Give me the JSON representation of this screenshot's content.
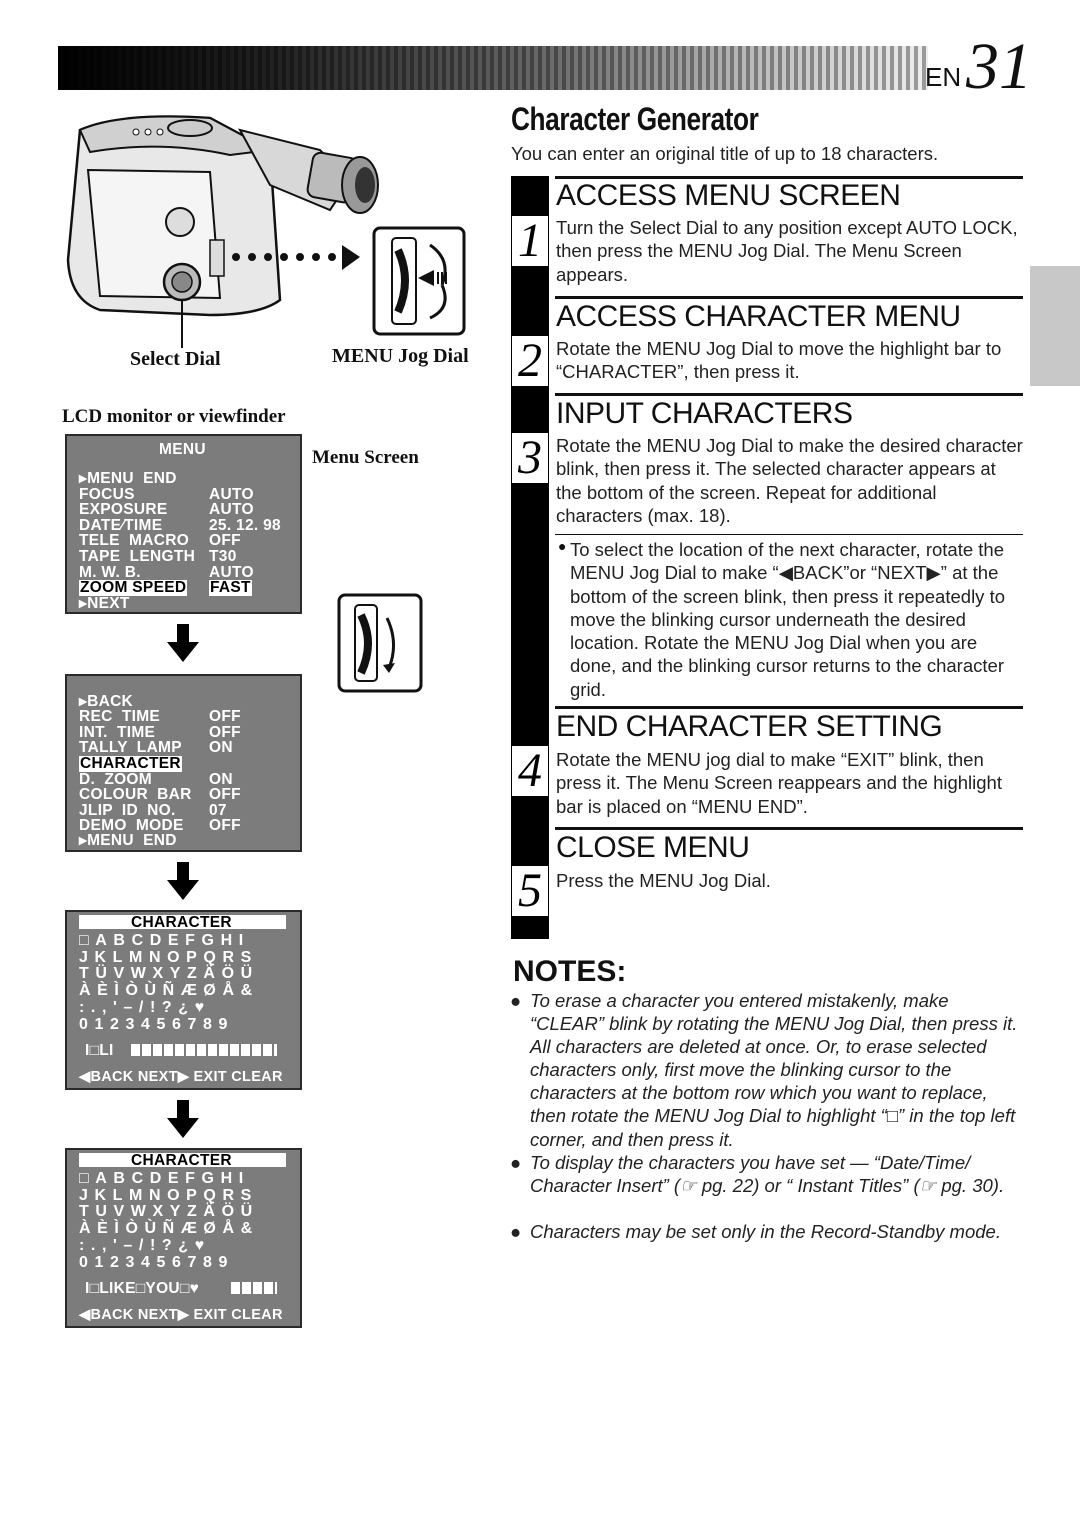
{
  "header": {
    "lang": "EN",
    "page_number": "31"
  },
  "illustration": {
    "select_dial_label": "Select Dial",
    "jog_dial_label": "MENU Jog Dial",
    "lcd_label": "LCD monitor or viewfinder",
    "menu_screen_label": "Menu Screen"
  },
  "screen1": {
    "title": "MENU",
    "rows": [
      {
        "label": "▸MENU  END",
        "value": ""
      },
      {
        "label": "FOCUS",
        "value": "AUTO"
      },
      {
        "label": "EXPOSURE",
        "value": "AUTO"
      },
      {
        "label": "DATE∕TIME",
        "value": "25. 12. 98"
      },
      {
        "label": "TELE  MACRO",
        "value": "OFF"
      },
      {
        "label": "TAPE  LENGTH",
        "value": "T30"
      },
      {
        "label": "M. W. B.",
        "value": "AUTO"
      },
      {
        "label": "ZOOM SPEED",
        "value": "FAST"
      },
      {
        "label": "▸NEXT",
        "value": ""
      }
    ]
  },
  "screen2": {
    "rows": [
      {
        "label": "▸BACK",
        "value": ""
      },
      {
        "label": "REC  TIME",
        "value": "OFF"
      },
      {
        "label": "INT.  TIME",
        "value": "OFF"
      },
      {
        "label": "TALLY  LAMP",
        "value": "ON"
      },
      {
        "label": "CHARACTER",
        "value": ""
      },
      {
        "label": "D.  ZOOM",
        "value": "ON"
      },
      {
        "label": "COLOUR  BAR",
        "value": "OFF"
      },
      {
        "label": "JLIP  ID  NO.",
        "value": "07"
      },
      {
        "label": "DEMO  MODE",
        "value": "OFF"
      },
      {
        "label": "▸MENU  END",
        "value": ""
      }
    ]
  },
  "screen3": {
    "title": "CHARACTER",
    "grid": [
      "□ABCDEFGHI",
      "JKLMNOPQRS",
      "TÜVWXYZÄÖÜ",
      "ÀÈÌÒÙÑÆØÅ&",
      ":.,'–/!?¿♥",
      "0123456789"
    ],
    "entry": "I□LI",
    "footer": "◀BACK NEXT▶ EXIT CLEAR"
  },
  "screen4": {
    "title": "CHARACTER",
    "grid": [
      "□ABCDEFGHI",
      "JKLMNOPQRS",
      "TUVWXYZÄÖÜ",
      "ÀÈÌÒÙÑÆØÅ&",
      ":.,'–/!?¿♥",
      "0123456789"
    ],
    "entry": "I□LIKE□YOU□♥",
    "footer": "◀BACK NEXT▶ EXIT CLEAR"
  },
  "main": {
    "title": "Character Generator",
    "subtitle": "You can enter an original title of up to 18 characters.",
    "steps": [
      {
        "num": "1",
        "heading": "ACCESS MENU SCREEN",
        "text": "Turn the Select Dial to any position except AUTO LOCK, then press the MENU Jog Dial. The Menu Screen appears."
      },
      {
        "num": "2",
        "heading": "ACCESS CHARACTER MENU",
        "text": "Rotate the MENU Jog Dial to move the highlight bar to “CHARACTER”, then press it."
      },
      {
        "num": "3",
        "heading": "INPUT CHARACTERS",
        "text": "Rotate the MENU Jog Dial to make the desired character blink, then press it. The selected character appears at the bottom of the screen. Repeat for additional characters (max. 18).",
        "bullet": "To select the location of the next character, rotate the MENU Jog Dial to make “◀BACK”or “NEXT▶” at the bottom of the screen blink, then press it repeatedly to move the blinking cursor underneath the desired location. Rotate the MENU Jog Dial when you are done, and the blinking cursor returns to the character grid."
      },
      {
        "num": "4",
        "heading": "END CHARACTER SETTING",
        "text": "Rotate the MENU jog dial to make “EXIT” blink, then press it. The Menu Screen reappears and the highlight bar is placed on “MENU END”."
      },
      {
        "num": "5",
        "heading": "CLOSE MENU",
        "text": "Press the MENU Jog Dial."
      }
    ]
  },
  "notes": {
    "title": "NOTES:",
    "items": [
      "To erase a character you entered mistakenly, make “CLEAR” blink by rotating the MENU Jog Dial, then press it. All characters are deleted at once. Or, to erase selected characters only, first move the blinking cursor to the characters at the bottom row which you want to replace, then rotate the MENU Jog Dial to highlight “□” in the top left corner, and then press it.",
      "To display the characters you have set — “Date/Time/ Character Insert” (☞ pg. 22) or “ Instant Titles” (☞ pg. 30).",
      "Characters may be set only in the Record-Standby mode."
    ]
  }
}
